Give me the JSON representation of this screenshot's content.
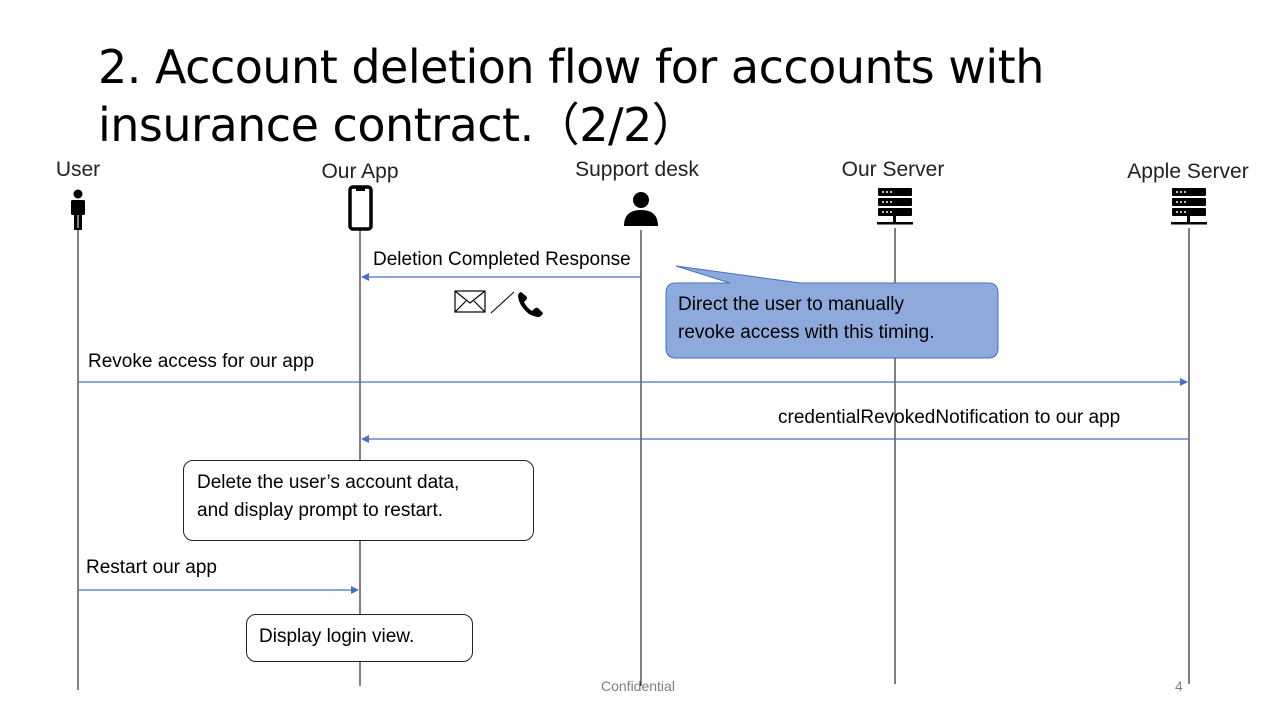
{
  "title_line1": "2. Account deletion flow for accounts with",
  "title_line2": "insurance contract.（2/2）",
  "actors": [
    {
      "label": "User",
      "icon": "person-icon"
    },
    {
      "label": "Our App",
      "icon": "smartphone-icon"
    },
    {
      "label": "Support desk",
      "icon": "support-person-icon"
    },
    {
      "label": "Our Server",
      "icon": "server-icon"
    },
    {
      "label": "Apple Server",
      "icon": "server-icon"
    }
  ],
  "messages": {
    "deletion_completed": "Deletion Completed Response",
    "revoke_access": "Revoke access for our app",
    "credential_revoked": "credentialRevokedNotification to our app",
    "restart_app": "Restart our app"
  },
  "contact_icons": [
    "mail-icon",
    "phone-icon"
  ],
  "callout": {
    "line1": "Direct the user to manually",
    "line2": "revoke access with this timing.",
    "fill": "#8ea9db",
    "border": "#4472c4"
  },
  "boxes": {
    "delete_data_line1": "Delete the user’s account data,",
    "delete_data_line2": "and display prompt to restart.",
    "login_view": "Display login view."
  },
  "footer": {
    "confidential": "Confidential",
    "page_number": "4"
  },
  "colors": {
    "arrow": "#4472c4",
    "lifeline": "#000000"
  }
}
